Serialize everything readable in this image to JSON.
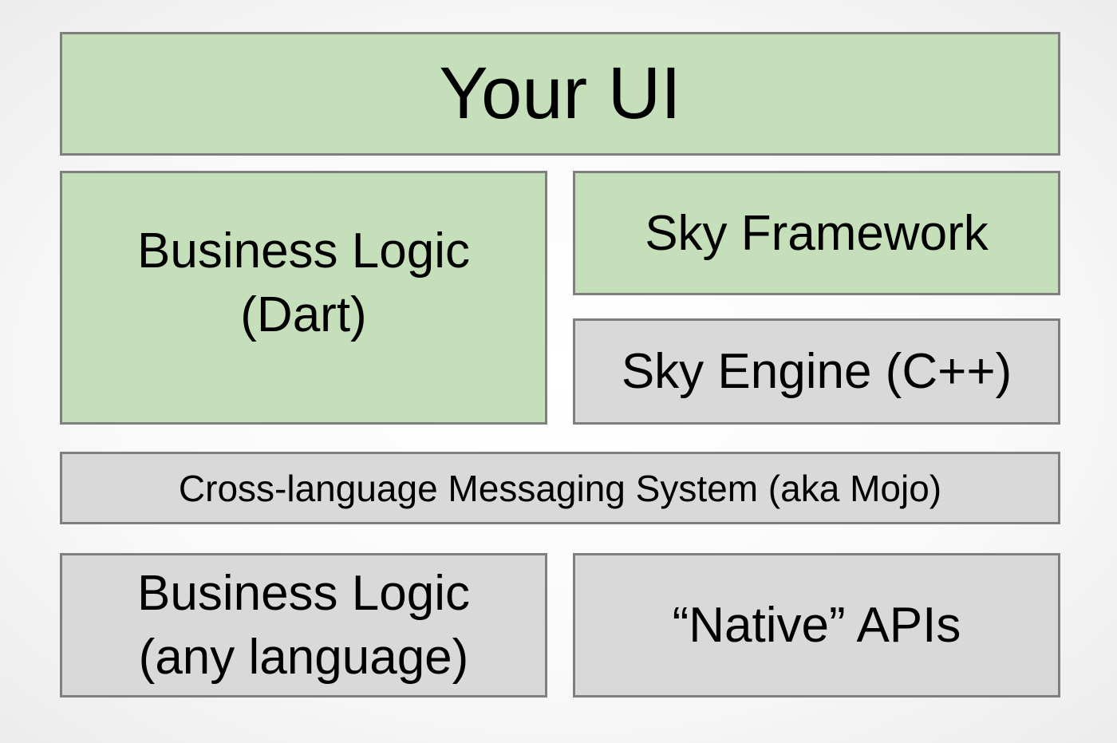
{
  "layers": {
    "your_ui": "Your UI",
    "business_logic_dart": {
      "line1": "Business Logic",
      "line2": "(Dart)"
    },
    "sky_framework": "Sky Framework",
    "sky_engine": "Sky Engine (C++)",
    "messaging_system": "Cross-language Messaging System (aka Mojo)",
    "business_logic_any": {
      "line1": "Business Logic",
      "line2": "(any language)"
    },
    "native_apis": "“Native” APIs"
  },
  "colors": {
    "green_layer": "#c4dfba",
    "grey_layer": "#d9d9d9",
    "border": "#7f7f7f"
  }
}
